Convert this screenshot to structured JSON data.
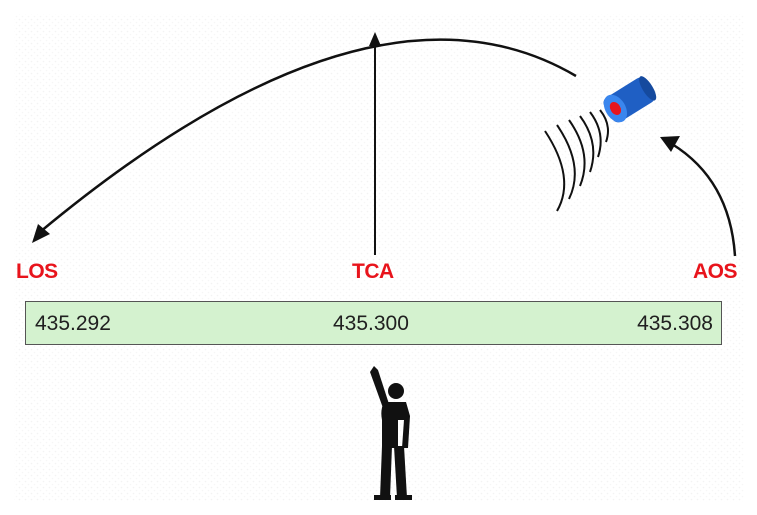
{
  "labels": {
    "los": "LOS",
    "tca": "TCA",
    "aos": "AOS"
  },
  "frequencies": {
    "left": "435.292",
    "center": "435.300",
    "right": "435.308"
  },
  "colors": {
    "label_red": "#e8141c",
    "bar_fill": "#d4f2cf",
    "satellite_body": "#2b6fd6",
    "satellite_center": "#e8141c"
  },
  "icons": {
    "satellite": "satellite-icon",
    "observer": "person-pointing-icon"
  }
}
